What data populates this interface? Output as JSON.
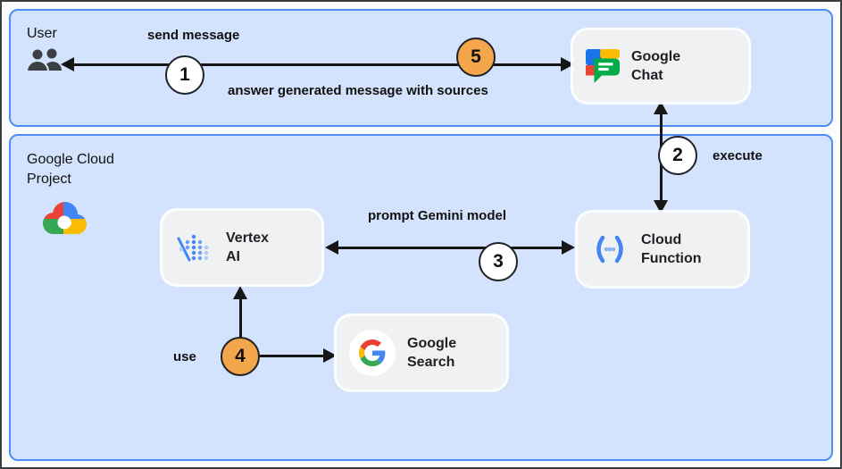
{
  "palette": {
    "zone_fill": "#d3e3fd",
    "zone_border": "#4e8df7",
    "card_bg": "#f0f1f2",
    "arrow": "#161616",
    "step_orange": "#f4a64c",
    "google_blue": "#4285f4",
    "google_red": "#ea4335",
    "google_yellow": "#fbbc04",
    "google_green": "#34a853"
  },
  "zones": {
    "user": {
      "label": "User"
    },
    "gcp": {
      "label": "Google Cloud Project"
    }
  },
  "steps": {
    "one": "1",
    "two": "2",
    "three": "3",
    "four": "4",
    "five": "5"
  },
  "edges": {
    "send_message": "send message",
    "answer_prefix": "answer generated message ",
    "answer_bold": "with sources",
    "execute": "execute",
    "prompt": "prompt Gemini model",
    "use": "use"
  },
  "cards": {
    "google_chat": {
      "line1": "Google",
      "line2": "Chat"
    },
    "vertex_ai": {
      "line1": "Vertex",
      "line2": "AI"
    },
    "cloud_function": {
      "line1": "Cloud",
      "line2": "Function"
    },
    "google_search": {
      "line1": "Google",
      "line2": "Search"
    }
  }
}
